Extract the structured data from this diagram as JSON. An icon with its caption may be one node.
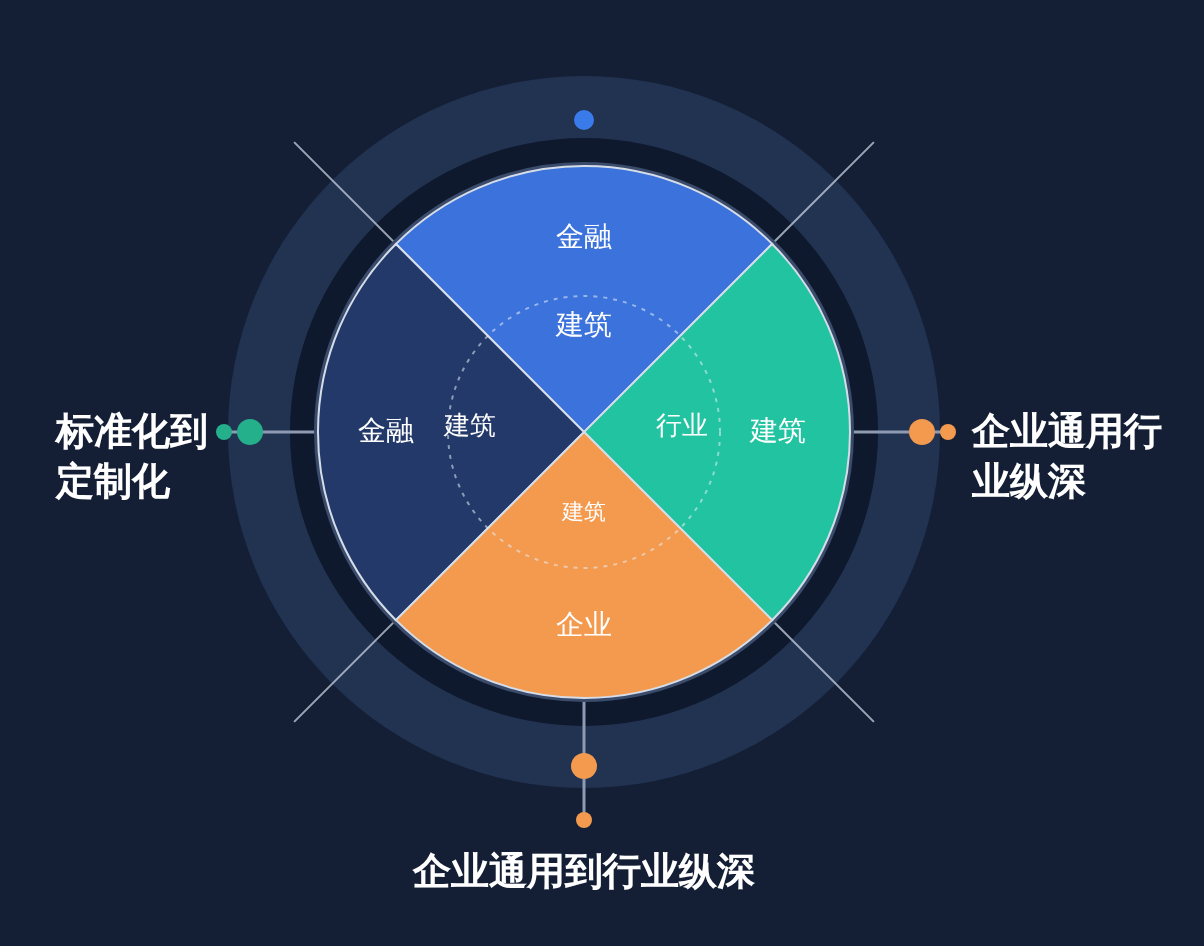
{
  "diagram": {
    "nodes": [
      {
        "text": [],
        "shape": "circle"
      },
      {
        "text": [
          "金融",
          "建筑"
        ],
        "in": 0
      },
      {
        "text": [
          "金融",
          "建筑"
        ],
        "in": 0
      },
      {
        "text": [
          "行业",
          "建筑"
        ],
        "in": 0
      },
      {
        "text": [
          "建筑",
          "企业"
        ],
        "in": 0
      },
      {
        "text": [
          "标准化到定制化"
        ]
      },
      {
        "text": [
          "企业通用行业纵深"
        ]
      },
      {
        "text": [
          "企业通用到行业纵深"
        ]
      }
    ],
    "edges": [
      {
        "from": 5,
        "to": 0,
        "arrow": "other"
      },
      {
        "from": 6,
        "to": 0,
        "arrow": "other"
      },
      {
        "from": 7,
        "to": 0,
        "arrow": "other"
      }
    ]
  }
}
